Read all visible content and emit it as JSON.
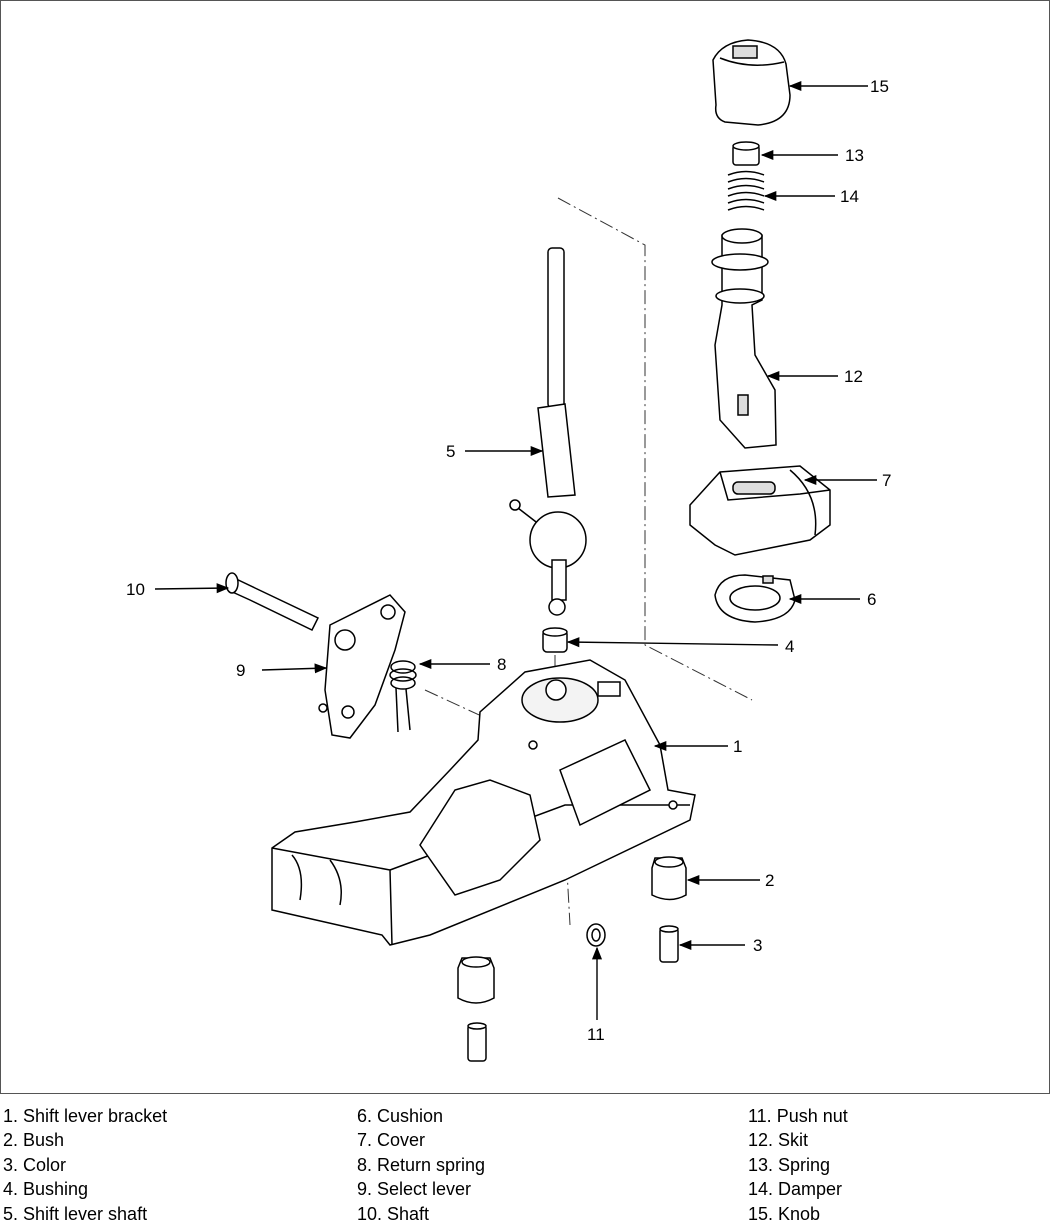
{
  "callouts": [
    "1",
    "2",
    "3",
    "4",
    "5",
    "6",
    "7",
    "8",
    "9",
    "10",
    "11",
    "12",
    "13",
    "14",
    "15"
  ],
  "legend": {
    "columns": [
      [
        "1. Shift lever bracket",
        "2. Bush",
        "3. Color",
        "4. Bushing",
        "5. Shift lever shaft"
      ],
      [
        "6. Cushion",
        "7. Cover",
        "8. Return spring",
        "9. Select lever",
        "10. Shaft"
      ],
      [
        "11. Push nut",
        "12. Skit",
        "13. Spring",
        "14. Damper",
        "15. Knob"
      ]
    ]
  }
}
